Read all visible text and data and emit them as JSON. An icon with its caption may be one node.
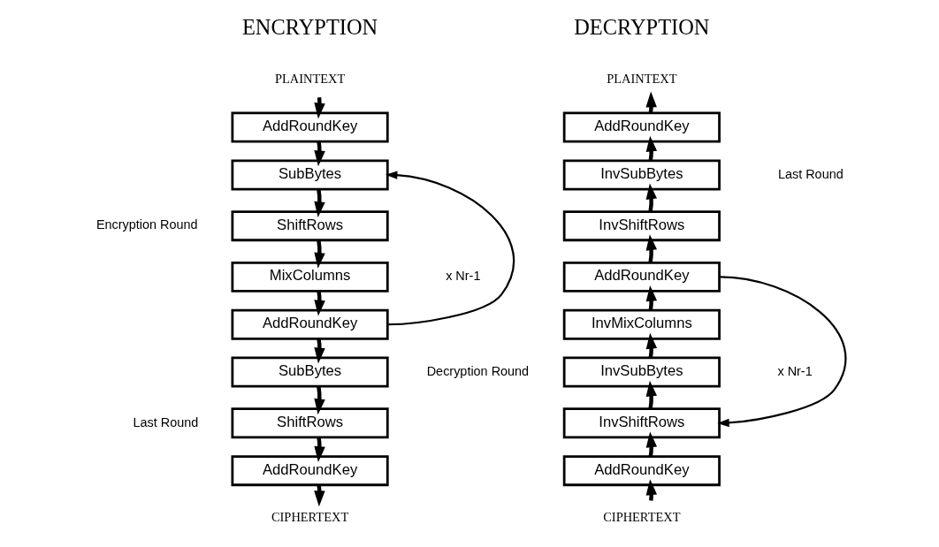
{
  "diagram": {
    "nodes": [
      {
        "text": [
          "PLAINTEXT"
        ]
      },
      {
        "text": [
          "AddRoundKey"
        ]
      },
      {
        "text": [
          "SubBytes"
        ]
      },
      {
        "text": [
          "ShiftRows"
        ]
      },
      {
        "text": [
          "MixColumns"
        ]
      },
      {
        "text": [
          "AddRoundKey"
        ]
      },
      {
        "text": [
          "SubBytes"
        ]
      },
      {
        "text": [
          "ShiftRows"
        ]
      },
      {
        "text": [
          "AddRoundKey"
        ]
      },
      {
        "text": [
          "CIPHERTEXT"
        ]
      },
      {
        "text": [
          "PLAINTEXT"
        ]
      },
      {
        "text": [
          "AddRoundKey"
        ]
      },
      {
        "text": [
          "InvSubBytes"
        ]
      },
      {
        "text": [
          "InvShiftRows"
        ]
      },
      {
        "text": [
          "AddRoundKey"
        ]
      },
      {
        "text": [
          "InvMixColumns"
        ]
      },
      {
        "text": [
          "InvSubBytes"
        ]
      },
      {
        "text": [
          "InvShiftRows"
        ]
      },
      {
        "text": [
          "AddRoundKey"
        ]
      },
      {
        "text": [
          "CIPHERTEXT"
        ]
      }
    ],
    "edges": [
      {
        "from": 0,
        "to": 1,
        "arrow": "to"
      },
      {
        "from": 1,
        "to": 2,
        "arrow": "to"
      },
      {
        "from": 2,
        "to": 3,
        "arrow": "to"
      },
      {
        "from": 3,
        "to": 4,
        "arrow": "to"
      },
      {
        "from": 4,
        "to": 5,
        "arrow": "to"
      },
      {
        "from": 5,
        "to": 2,
        "arrow": "to"
      },
      {
        "from": 5,
        "to": 6,
        "arrow": "to"
      },
      {
        "from": 6,
        "to": 7,
        "arrow": "to"
      },
      {
        "from": 7,
        "to": 8,
        "arrow": "to"
      },
      {
        "from": 8,
        "to": 9,
        "arrow": "to"
      },
      {
        "from": 19,
        "to": 18,
        "arrow": "to"
      },
      {
        "from": 18,
        "to": 17,
        "arrow": "to"
      },
      {
        "from": 17,
        "to": 16,
        "arrow": "to"
      },
      {
        "from": 16,
        "to": 15,
        "arrow": "to"
      },
      {
        "from": 15,
        "to": 14,
        "arrow": "to"
      },
      {
        "from": 14,
        "to": 17,
        "arrow": "to"
      },
      {
        "from": 14,
        "to": 13,
        "arrow": "to"
      },
      {
        "from": 13,
        "to": 12,
        "arrow": "to"
      },
      {
        "from": 12,
        "to": 11,
        "arrow": "to"
      },
      {
        "from": 11,
        "to": 10,
        "arrow": "to"
      }
    ],
    "labels": [
      "ENCRYPTION",
      "DECRYPTION",
      "Encryption Round",
      "x Nr-1",
      "Last Round",
      "Last Round",
      "Decryption Round",
      "x Nr-1"
    ]
  }
}
